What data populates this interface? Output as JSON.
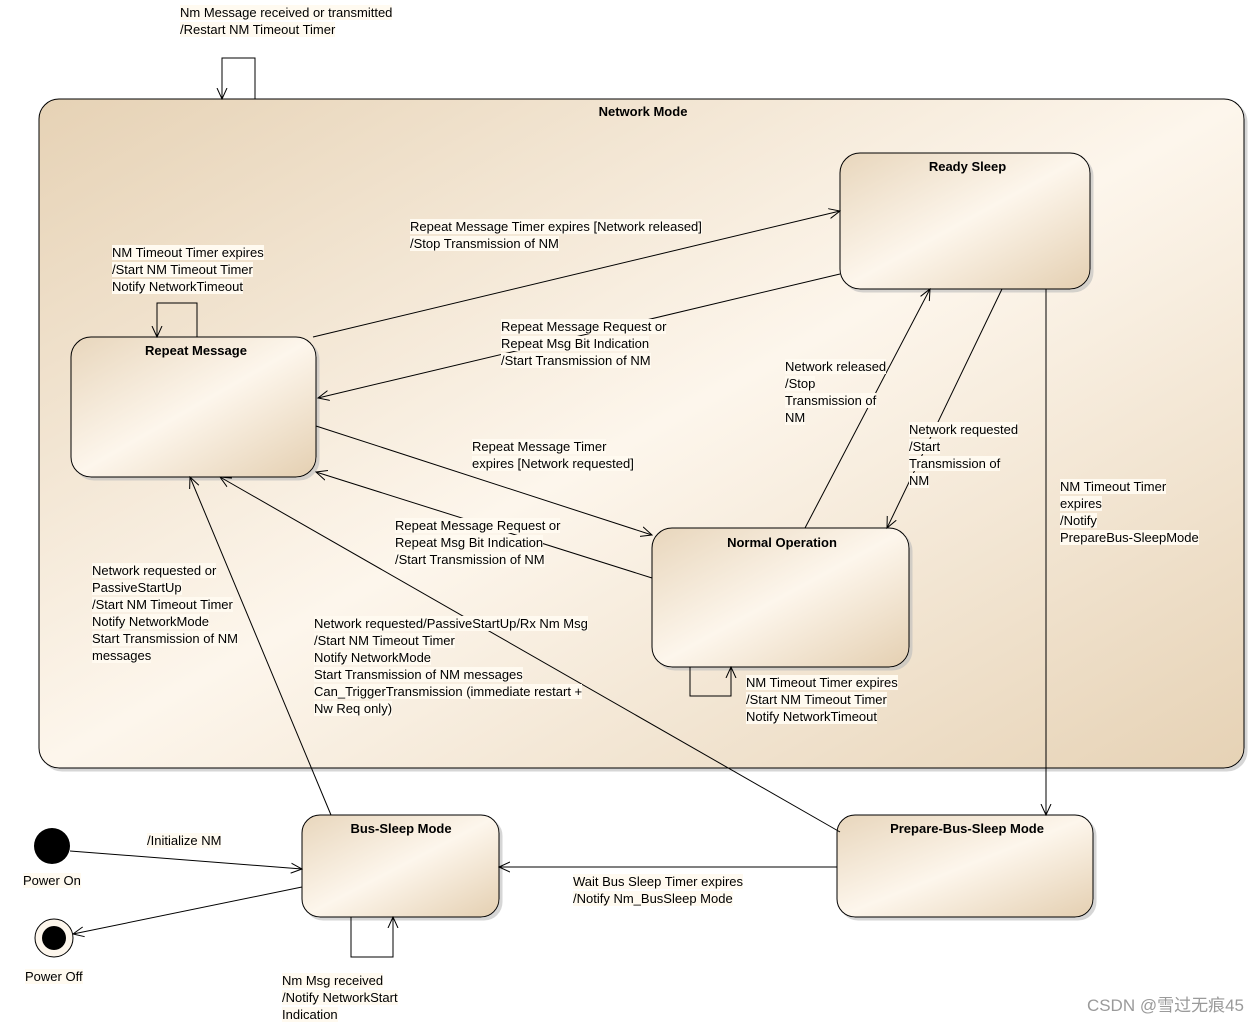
{
  "composite_state": {
    "title": "Network Mode"
  },
  "states": {
    "ready_sleep": "Ready Sleep",
    "repeat_message": "Repeat Message",
    "normal_operation": "Normal Operation",
    "bus_sleep": "Bus-Sleep Mode",
    "prepare_bus_sleep": "Prepare-Bus-Sleep Mode"
  },
  "pseudo_states": {
    "power_on": "Power On",
    "power_off": "Power Off"
  },
  "transitions": {
    "network_mode_self": "Nm Message received or transmitted\n/Restart NM Timeout Timer",
    "repeat_self": "NM Timeout Timer expires\n/Start NM Timeout Timer\nNotify NetworkTimeout",
    "repeat_to_ready": "Repeat Message Timer expires [Network released]\n/Stop Transmission of NM",
    "ready_to_repeat": "Repeat Message Request or\nRepeat Msg Bit Indication\n/Start Transmission of NM",
    "normal_to_ready": "Network released\n/Stop\nTransmission of\nNM",
    "ready_to_normal": "Network requested\n/Start\nTransmission of\nNM",
    "repeat_to_normal": "Repeat Message Timer\nexpires [Network requested]",
    "normal_to_repeat": "Repeat Message Request or\nRepeat Msg Bit Indication\n/Start Transmission of NM",
    "ready_to_prepare": "NM Timeout Timer\nexpires\n/Notify\nPrepareBus-SleepMode",
    "bus_to_repeat": "Network requested or\nPassiveStartUp\n/Start NM Timeout Timer\nNotify NetworkMode\nStart Transmission of NM\nmessages",
    "prepare_to_repeat": "Network requested/PassiveStartUp/Rx Nm Msg\n/Start NM Timeout Timer\nNotify NetworkMode\nStart Transmission of NM messages\nCan_TriggerTransmission (immediate restart +\nNw Req only)",
    "normal_self": "NM Timeout Timer expires\n/Start NM Timeout Timer\nNotify NetworkTimeout",
    "power_on_to_bus": "/Initialize NM",
    "prepare_to_bus": "Wait Bus Sleep Timer expires\n/Notify Nm_BusSleep Mode",
    "bus_self": "Nm Msg received\n/Notify NetworkStart\nIndication"
  },
  "watermark": "CSDN @雪过无痕45",
  "colors": {
    "state_fill_light": "#fdf6ec",
    "state_fill_dark": "#e6d2b5",
    "stroke": "#000000"
  }
}
